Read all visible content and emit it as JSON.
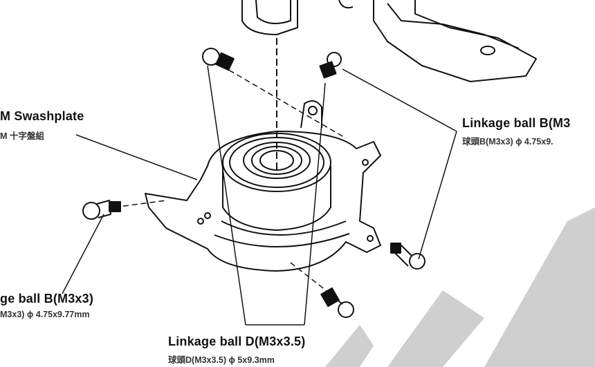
{
  "labels": {
    "swashplate": {
      "title": "M Swashplate",
      "subtitle": "M 十字盤組"
    },
    "ball_b_right": {
      "title": "Linkage ball B(M3",
      "subtitle": "球頭B(M3x3)  ϕ 4.75x9."
    },
    "ball_b_left": {
      "title": "ge ball B(M3x3)",
      "subtitle": "M3x3)  ϕ 4.75x9.77mm"
    },
    "ball_d": {
      "title": "Linkage ball D(M3x3.5)",
      "subtitle": "球頭D(M3x3.5)  ϕ 5x9.3mm"
    }
  },
  "colors": {
    "line": "#111111",
    "watermark": "#c8c8c8"
  }
}
